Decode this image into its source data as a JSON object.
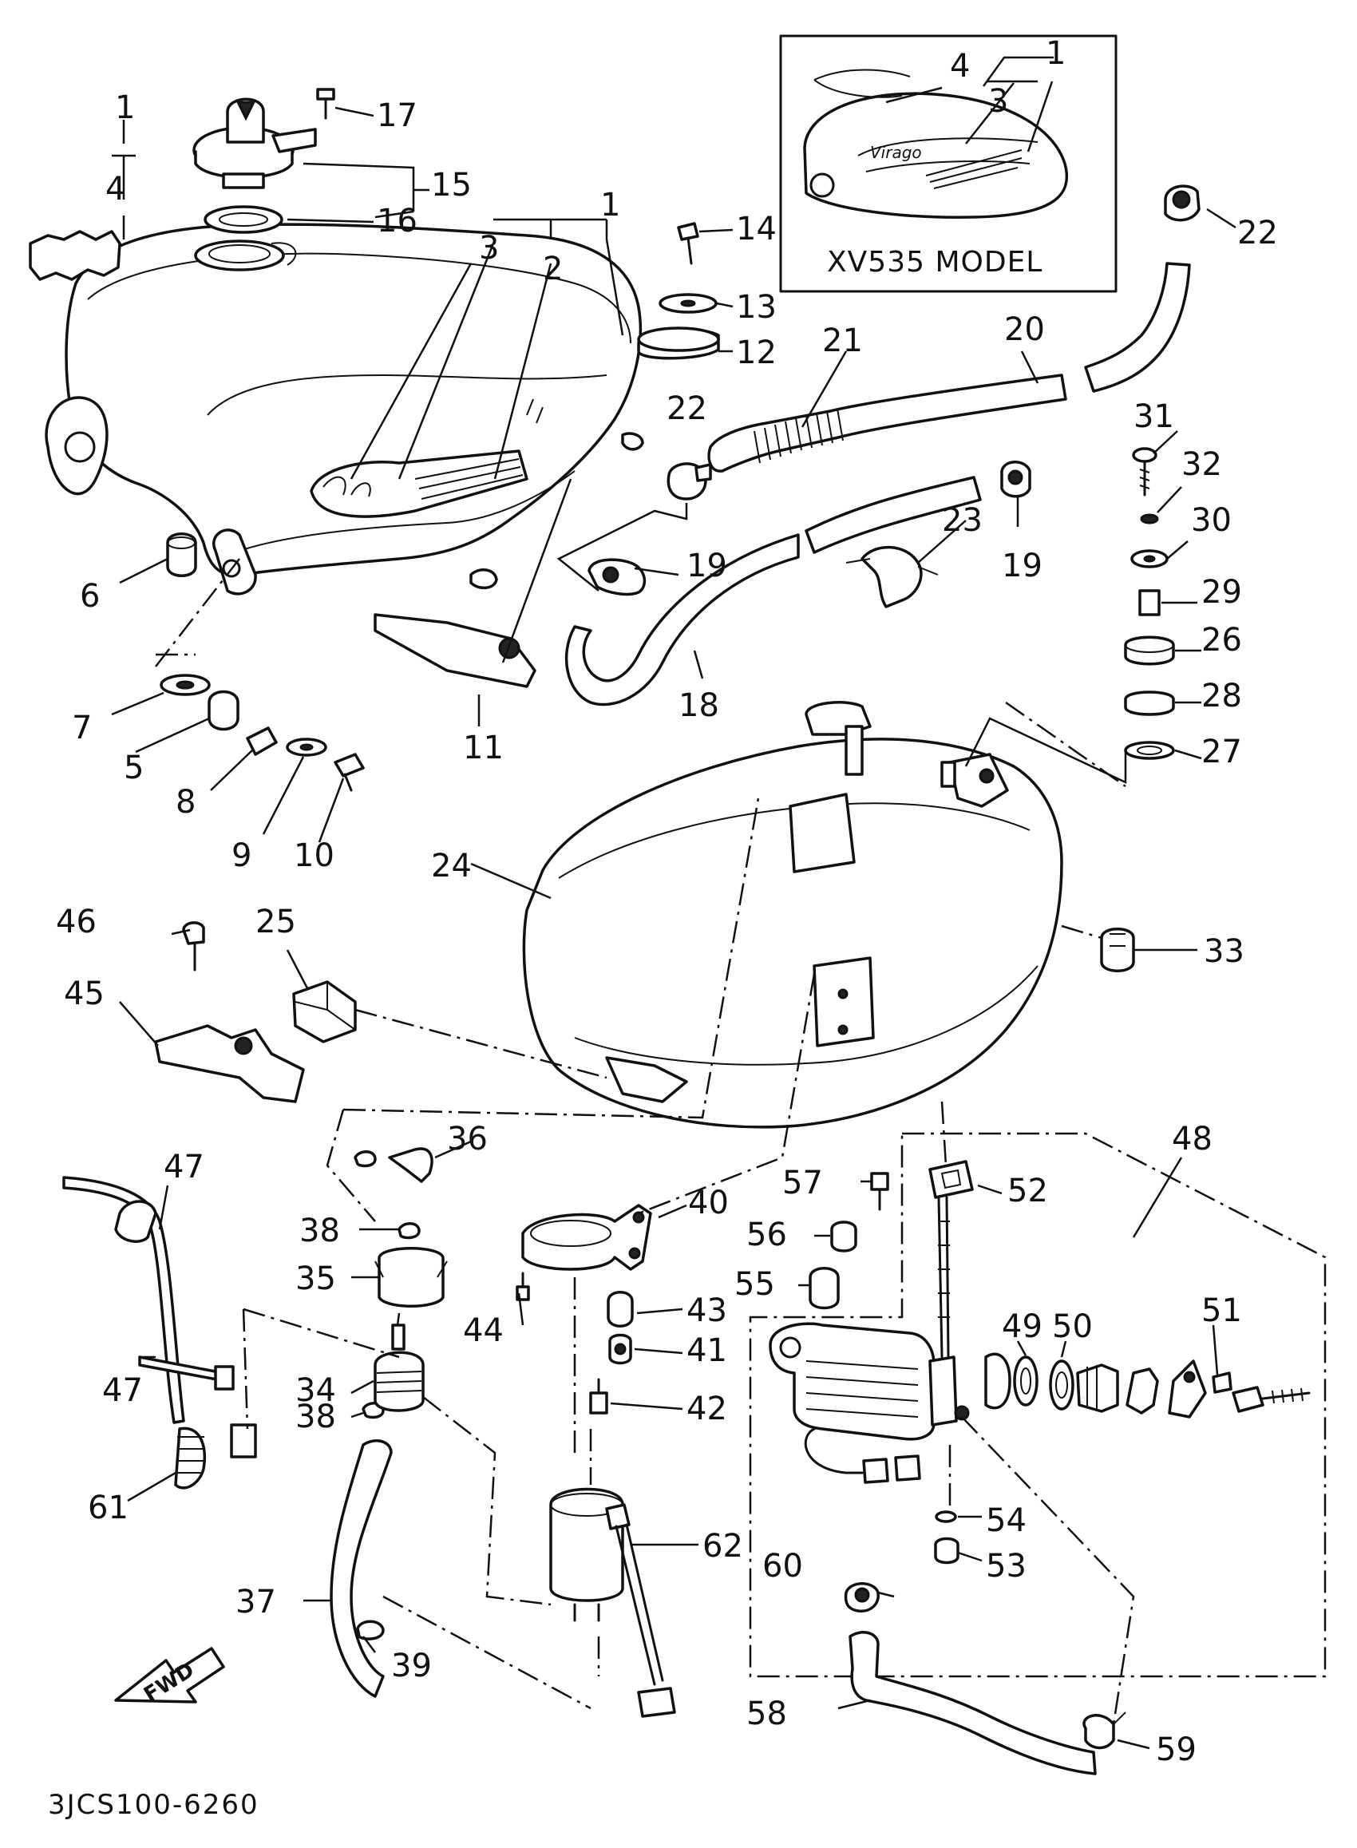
{
  "model_box_title": "XV535 MODEL",
  "diagram_code": "3JCS100-6260",
  "fwd_arrow_text": "FWD",
  "inset_emblem_text": "Virago",
  "callouts": {
    "p1_main": "1",
    "p1_left": "1",
    "p1_inset": "1",
    "p2": "2",
    "p3_main": "3",
    "p3_inset": "3",
    "p4_left": "4",
    "p4_inset": "4",
    "p5": "5",
    "p6": "6",
    "p7": "7",
    "p8": "8",
    "p9": "9",
    "p10": "10",
    "p11": "11",
    "p12": "12",
    "p13": "13",
    "p14": "14",
    "p15": "15",
    "p16": "16",
    "p17": "17",
    "p18": "18",
    "p19_a": "19",
    "p19_b": "19",
    "p20": "20",
    "p21": "21",
    "p22_a": "22",
    "p22_b": "22",
    "p23": "23",
    "p24": "24",
    "p25": "25",
    "p26": "26",
    "p27": "27",
    "p28": "28",
    "p29": "29",
    "p30": "30",
    "p31": "31",
    "p32": "32",
    "p33": "33",
    "p34": "34",
    "p35": "35",
    "p36": "36",
    "p37": "37",
    "p38_a": "38",
    "p38_b": "38",
    "p39": "39",
    "p40": "40",
    "p41": "41",
    "p42": "42",
    "p43": "43",
    "p44": "44",
    "p45": "45",
    "p46": "46",
    "p47_a": "47",
    "p47_b": "47",
    "p48": "48",
    "p49": "49",
    "p50": "50",
    "p51": "51",
    "p52": "52",
    "p53": "53",
    "p54": "54",
    "p55": "55",
    "p56": "56",
    "p57": "57",
    "p58": "58",
    "p59": "59",
    "p60": "60",
    "p61": "61",
    "p62": "62"
  }
}
